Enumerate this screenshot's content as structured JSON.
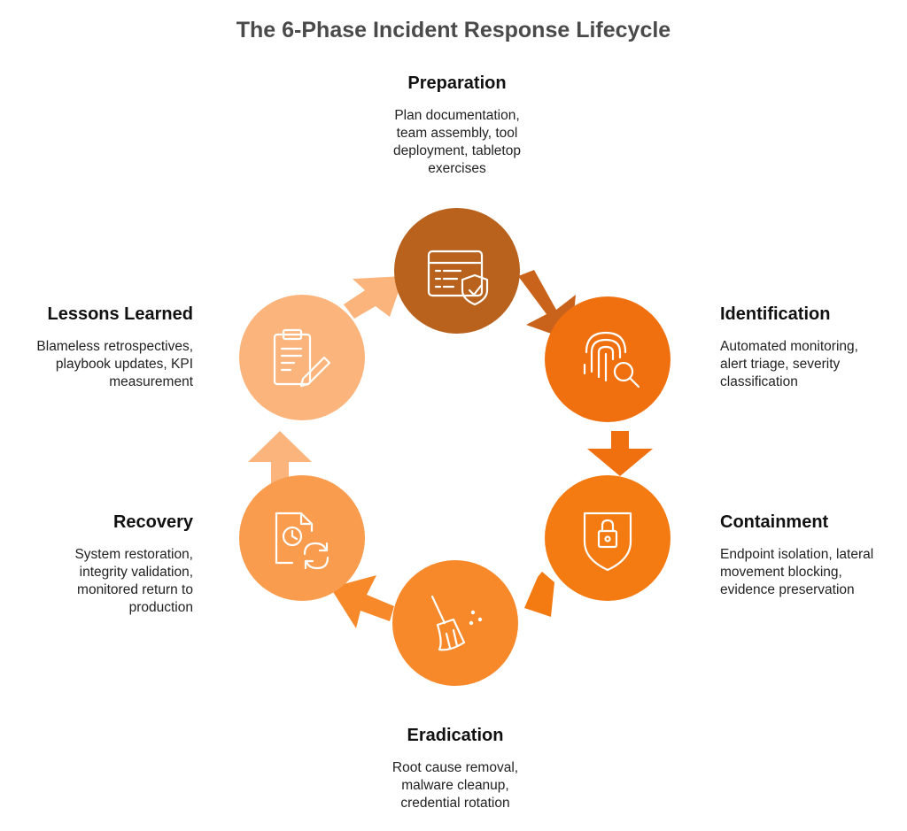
{
  "title": "The 6-Phase Incident Response Lifecycle",
  "phases": [
    {
      "name": "Preparation",
      "description": "Plan documentation,\nteam assembly, tool\ndeployment, tabletop\nexercises",
      "icon": "document-shield-icon",
      "color": "#b8621e"
    },
    {
      "name": "Identification",
      "description": "Automated monitoring,\nalert triage, severity\nclassification",
      "icon": "fingerprint-search-icon",
      "color": "#f07010"
    },
    {
      "name": "Containment",
      "description": "Endpoint isolation, lateral\nmovement blocking,\nevidence preservation",
      "icon": "shield-lock-icon",
      "color": "#f47a12"
    },
    {
      "name": "Eradication",
      "description": "Root cause removal,\nmalware cleanup,\ncredential rotation",
      "icon": "broom-icon",
      "color": "#f7892a"
    },
    {
      "name": "Recovery",
      "description": "System restoration,\nintegrity validation,\nmonitored return to\nproduction",
      "icon": "file-clock-refresh-icon",
      "color": "#f99c4d"
    },
    {
      "name": "Lessons Learned",
      "description": "Blameless retrospectives,\nplaybook updates, KPI\nmeasurement",
      "icon": "clipboard-pencil-icon",
      "color": "#fbb57c"
    }
  ]
}
